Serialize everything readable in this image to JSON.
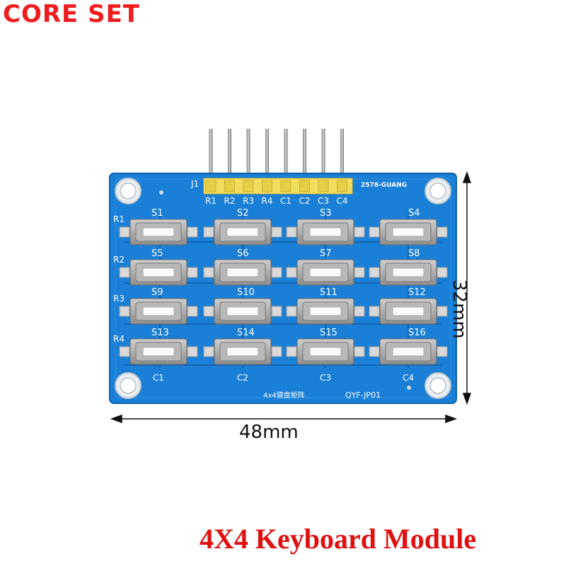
{
  "brand": "CORE SET",
  "caption": "4X4 Keyboard Module",
  "dimensions": {
    "width": "48mm",
    "height": "32mm"
  },
  "board": {
    "header_label": "J1",
    "pin_labels": [
      "R1",
      "R2",
      "R3",
      "R4",
      "C1",
      "C2",
      "C3",
      "C4"
    ],
    "part_code": "2578-GUANG",
    "model": "QYF-JP01",
    "chinese_label": "4x4键盘矩阵",
    "row_labels": [
      "R1",
      "R2",
      "R3",
      "R4"
    ],
    "col_labels": [
      "C1",
      "C2",
      "C3",
      "C4"
    ],
    "switch_labels": [
      "S1",
      "S2",
      "S3",
      "S4",
      "S5",
      "S6",
      "S7",
      "S8",
      "S9",
      "S10",
      "S11",
      "S12",
      "S13",
      "S14",
      "S15",
      "S16"
    ]
  },
  "colors": {
    "pcb": "#1a7fd6",
    "brand": "#ee1c1c",
    "caption": "#e01010",
    "header": "#f2de5c"
  }
}
